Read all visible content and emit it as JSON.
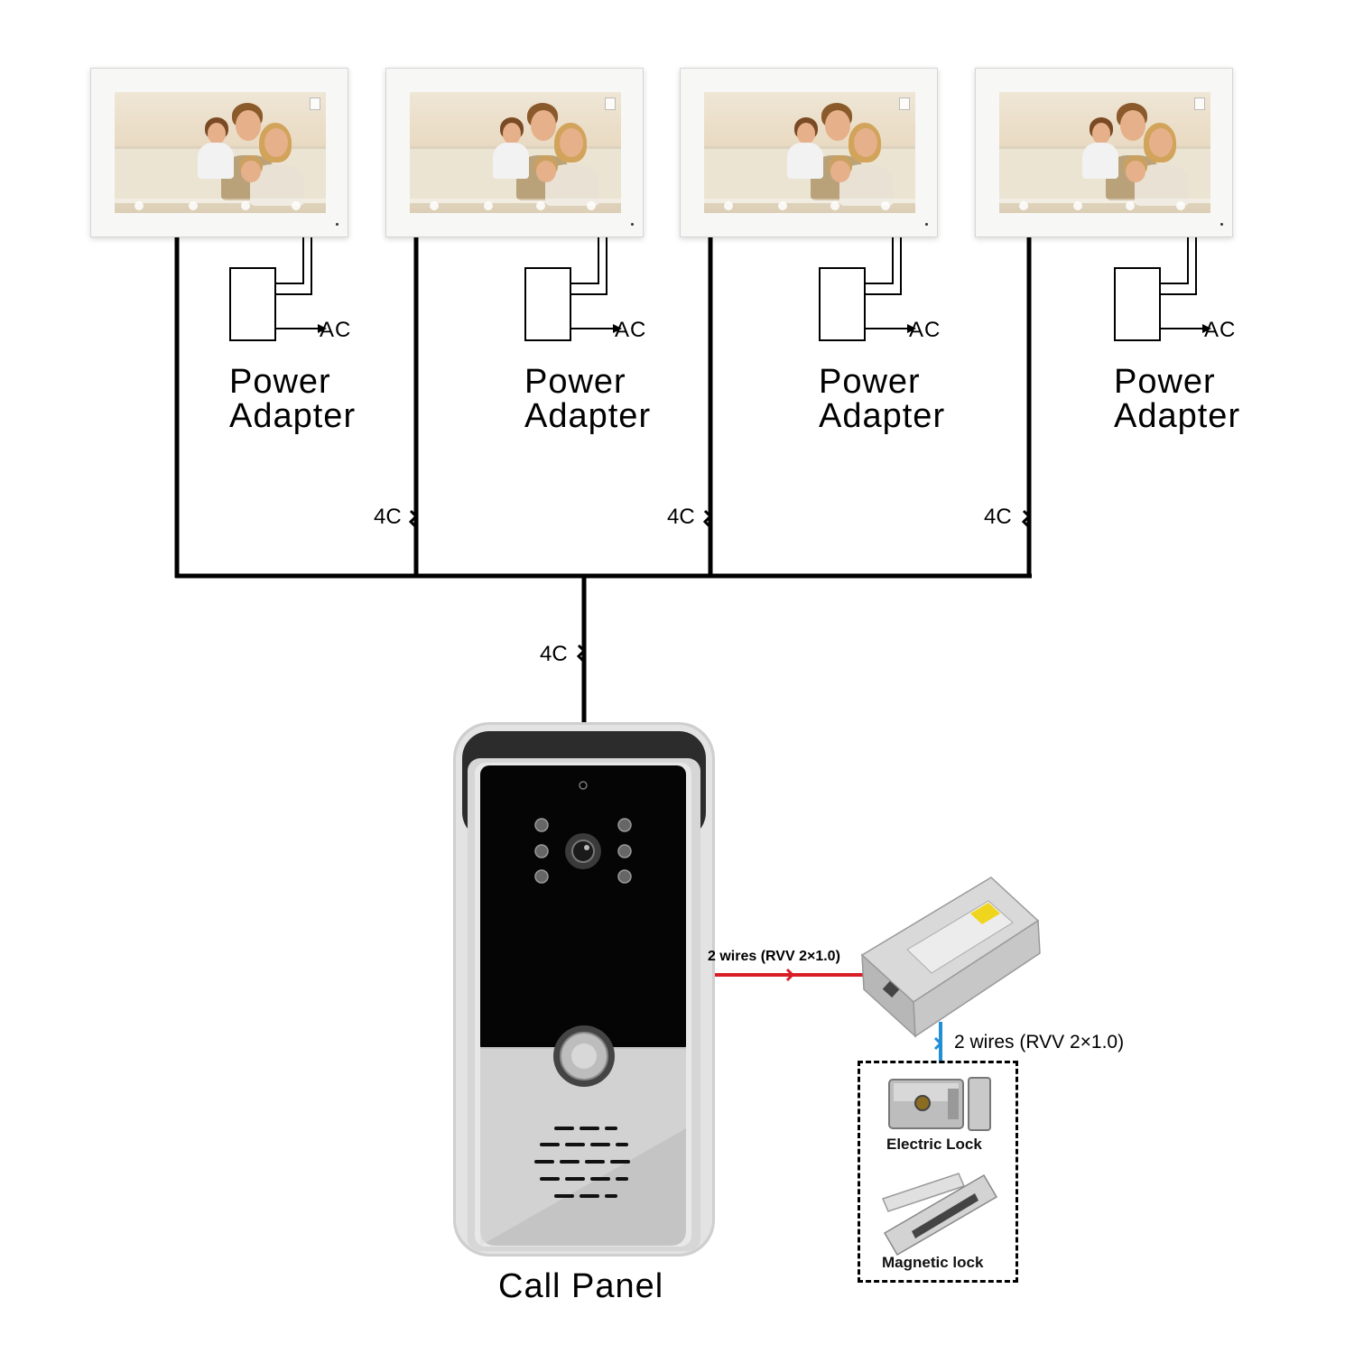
{
  "monitors": [
    {
      "name": "indoor-monitor-1"
    },
    {
      "name": "indoor-monitor-2"
    },
    {
      "name": "indoor-monitor-3"
    },
    {
      "name": "indoor-monitor-4"
    }
  ],
  "adapter": {
    "ac_label": "AC",
    "label_line1": "Power",
    "label_line2": "Adapter"
  },
  "bus_wire_label": "4C",
  "call_panel_label": "Call Panel",
  "power_supply_wire_label": "2 wires (RVV 2×1.0)",
  "lock_wire_label": "2 wires (RVV 2×1.0)",
  "locks": {
    "electric": "Electric Lock",
    "magnetic": "Magnetic lock"
  },
  "colors": {
    "bus_wire": "#000000",
    "power_wire": "#d91f26",
    "lock_wire": "#1f8fd6"
  }
}
